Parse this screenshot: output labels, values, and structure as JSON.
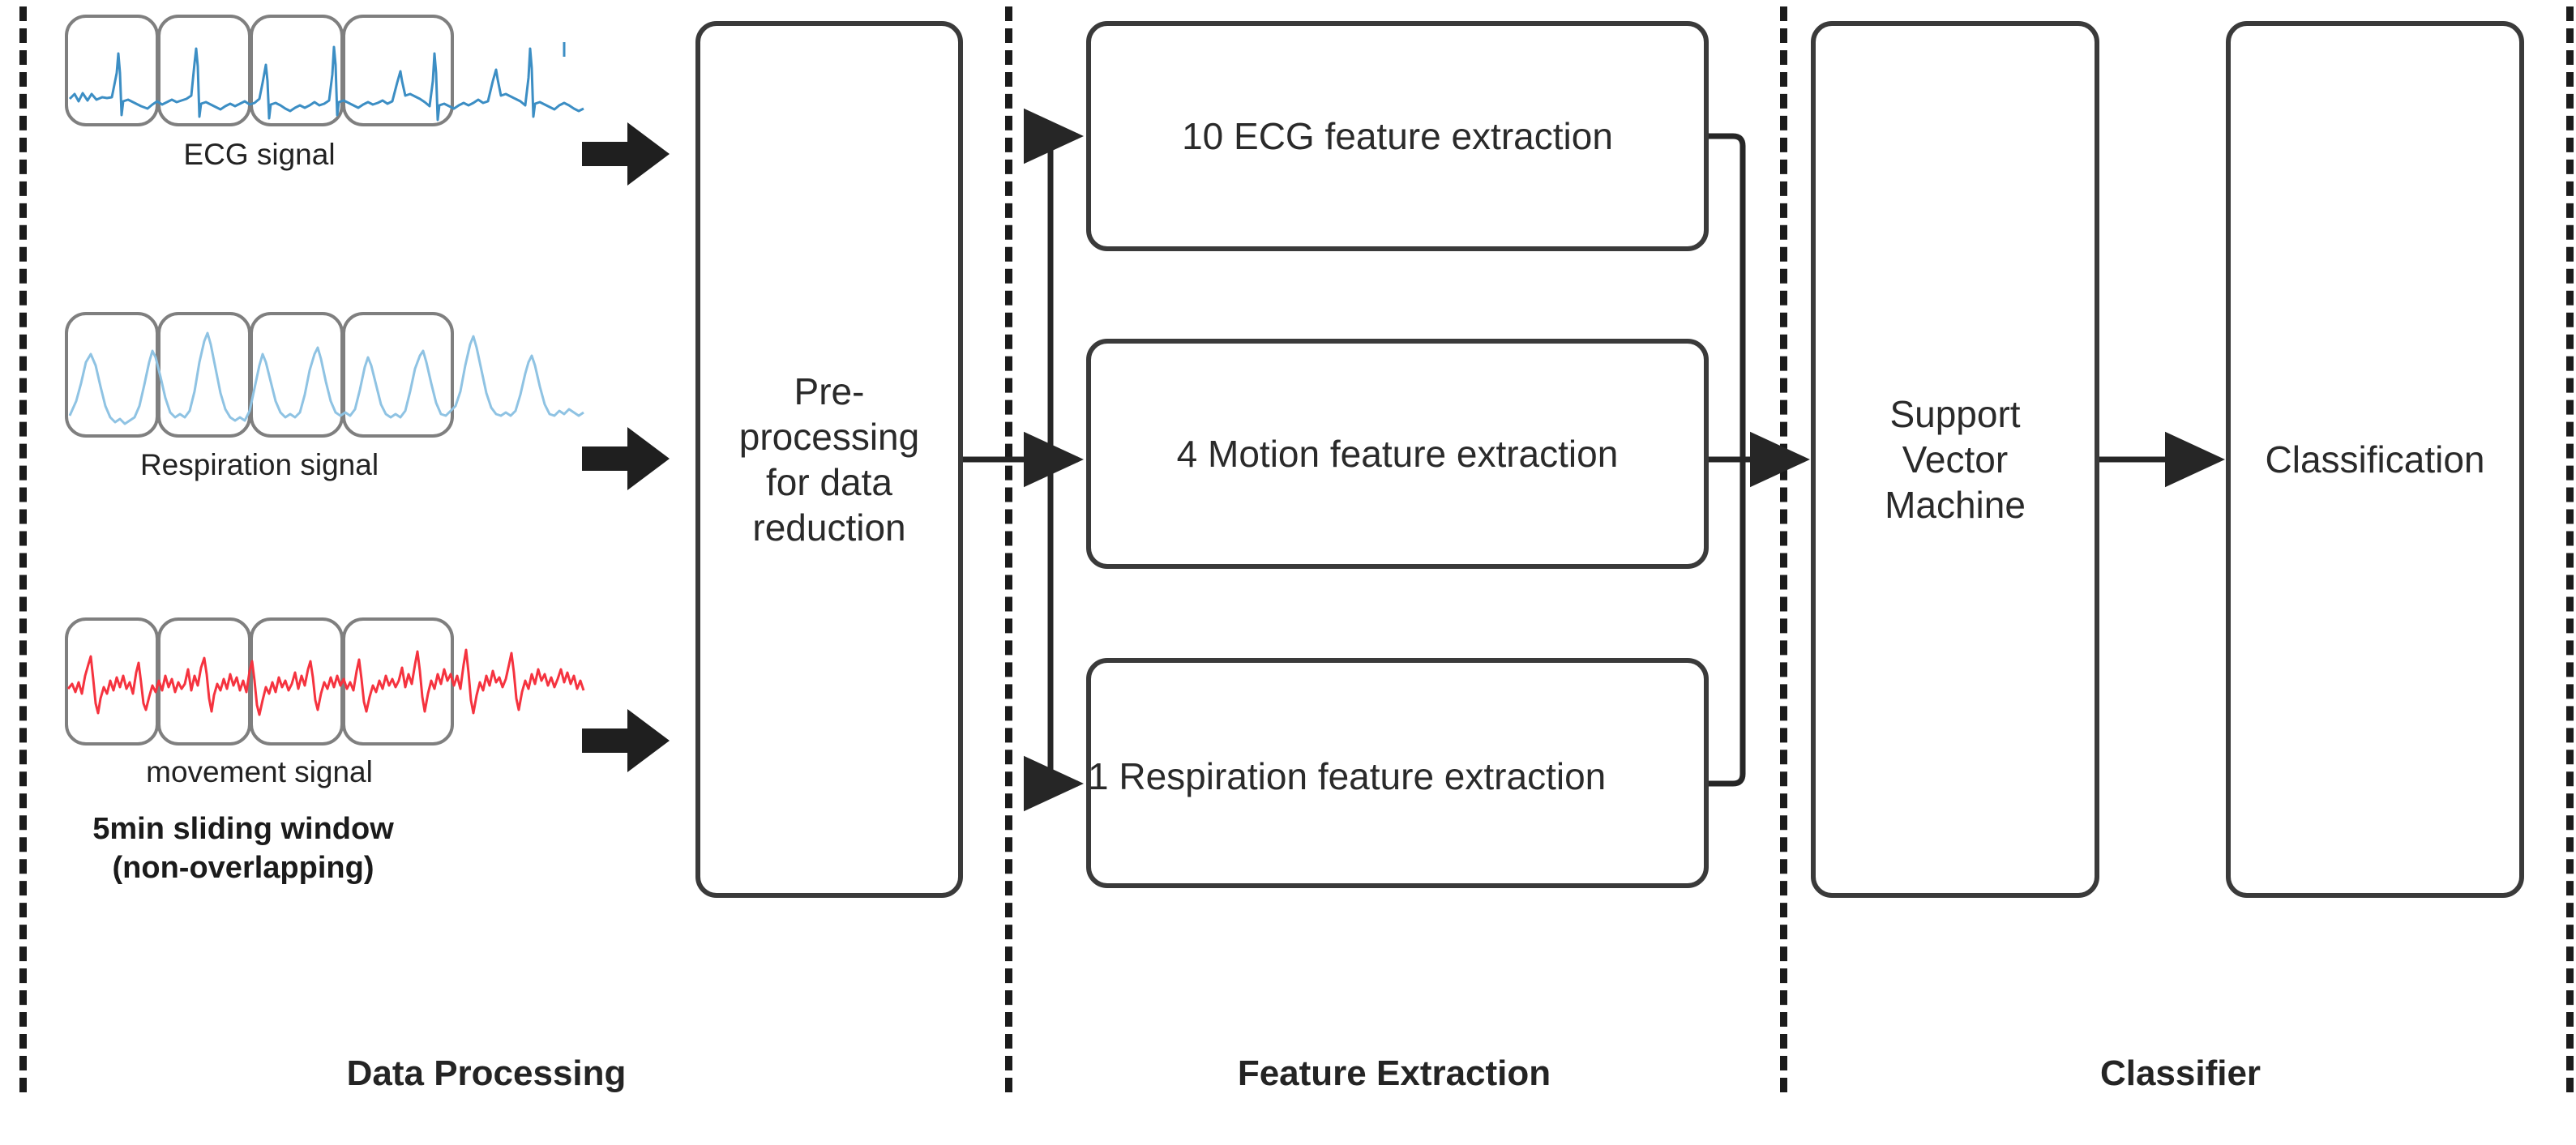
{
  "diagram": {
    "title": "Data processing, feature extraction and classification pipeline",
    "colors": {
      "ecg_trace": "#3c8ec4",
      "respiration_trace": "#8fc3e3",
      "movement_trace": "#f5333f",
      "box_border": "#3a3a3a",
      "window_border": "#7f7f7f",
      "divider": "#1b1b1b",
      "text": "#2a2a2a"
    },
    "signals": [
      {
        "id": "ecg",
        "caption": "ECG signal",
        "window_count": 4
      },
      {
        "id": "respiration",
        "caption": "Respiration signal",
        "window_count": 4
      },
      {
        "id": "movement",
        "caption": "movement signal",
        "window_count": 4
      }
    ],
    "window_note": {
      "line1": "5min sliding window",
      "line2": "(non-overlapping)"
    },
    "preprocessing": {
      "label": "Pre-\nprocessing\nfor data\nreduction"
    },
    "feature_boxes": [
      {
        "id": "ecg-features",
        "label": "10 ECG feature extraction",
        "count": 10,
        "modality": "ECG"
      },
      {
        "id": "motion-features",
        "label": "4 Motion feature extraction",
        "count": 4,
        "modality": "Motion"
      },
      {
        "id": "respiration-features",
        "label": "1 Respiration feature extraction",
        "count": 1,
        "modality": "Respiration"
      }
    ],
    "classifier": {
      "label": "Support\nVector\nMachine"
    },
    "output": {
      "label": "Classification"
    },
    "sections": [
      {
        "id": "data-processing",
        "label": "Data Processing"
      },
      {
        "id": "feature-extraction",
        "label": "Feature Extraction"
      },
      {
        "id": "classifier",
        "label": "Classifier"
      }
    ]
  }
}
